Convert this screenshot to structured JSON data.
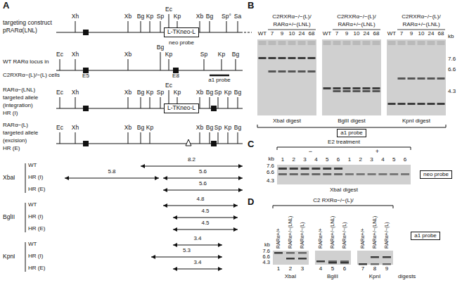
{
  "diagram": {
    "nodes": [
      {
        "text": [
          "L-TKneo-L"
        ]
      },
      {
        "text": [
          "L-TKneo-L"
        ]
      },
      {
        "text": [
          "a1 probe"
        ]
      },
      {
        "text": [
          "neo probe"
        ]
      },
      {
        "text": [
          "a1 probe"
        ]
      }
    ],
    "labels": [
      "A",
      "targeting construct",
      "pRARα(LNL)",
      "Xh",
      "Xb",
      "Bg",
      "Kp",
      "Sp",
      "Ec",
      "Kp",
      "Xb",
      "Bg",
      "Sp°",
      "Sa",
      "neo probe",
      "WT RARα locus in",
      "C2RXRα−(L)/−(L) cells",
      "Ec",
      "Xh",
      "E5",
      "Xb",
      "Bg",
      "Kp",
      "E8",
      "Sp",
      "Kp",
      "Bg",
      "a1 probe",
      "RARα−(LNL)",
      "targeted allele",
      "(integration)",
      "HR (I)",
      "Ec",
      "Xh",
      "Xb",
      "Bg",
      "Kp",
      "Sp",
      "Ec",
      "Kp",
      "Xb",
      "Bg",
      "Sp",
      "Kp",
      "Bg",
      "RARα−(L)",
      "targeted allele",
      "(excision)",
      "HR (E)",
      "Ec",
      "Xh",
      "Xb",
      "Bg",
      "Kp",
      "Xb",
      "Bg",
      "Sp",
      "Kp",
      "Bg",
      "XbaI",
      "WT",
      "HR (I)",
      "HR (E)",
      "8.2",
      "5.8",
      "5.6",
      "5.6",
      "BglII",
      "WT",
      "HR (I)",
      "HR (E)",
      "4.8",
      "4.5",
      "4.5",
      "KpnI",
      "WT",
      "HR (I)",
      "HR (E)",
      "3.4",
      "5.3",
      "3.4",
      "B",
      "C2RXRα−/−(L)/",
      "RARα+/−(LNL)",
      "WT",
      "7",
      "9",
      "10",
      "24",
      "68",
      "XbaI digest",
      "C2RXRα−/−(L)/",
      "RARα+/−(LNL)",
      "WT",
      "7",
      "9",
      "10",
      "24",
      "68",
      "BglII digest",
      "C2RXRα−/−(L)/",
      "RARα+/−(LNL)",
      "WT",
      "7",
      "9",
      "10",
      "24",
      "68",
      "KpnI digest",
      "kb",
      "7.6",
      "6.6",
      "4.3",
      "C",
      "E2 treatment",
      "−",
      "+",
      "1",
      "2",
      "3",
      "4",
      "5",
      "6",
      "1",
      "2",
      "3",
      "4",
      "5",
      "6",
      "kb",
      "7.6",
      "6.6",
      "4.3",
      "XbaI digest",
      "D",
      "C2 RXRα−/−(L)/",
      "RARα+/+",
      "RARα+/−(LNL)",
      "RARα+/−(L)",
      "RARα+/+",
      "RARα+/−(LNL)",
      "RARα+/−(L)",
      "RARα+/+",
      "RARα+/−(LNL)",
      "RARα+/−(L)",
      "kb",
      "7.6",
      "6.6",
      "4.3",
      "1",
      "2",
      "3",
      "4",
      "5",
      "6",
      "7",
      "8",
      "9",
      "XbaI",
      "BglII",
      "KpnI",
      "digests"
    ]
  }
}
